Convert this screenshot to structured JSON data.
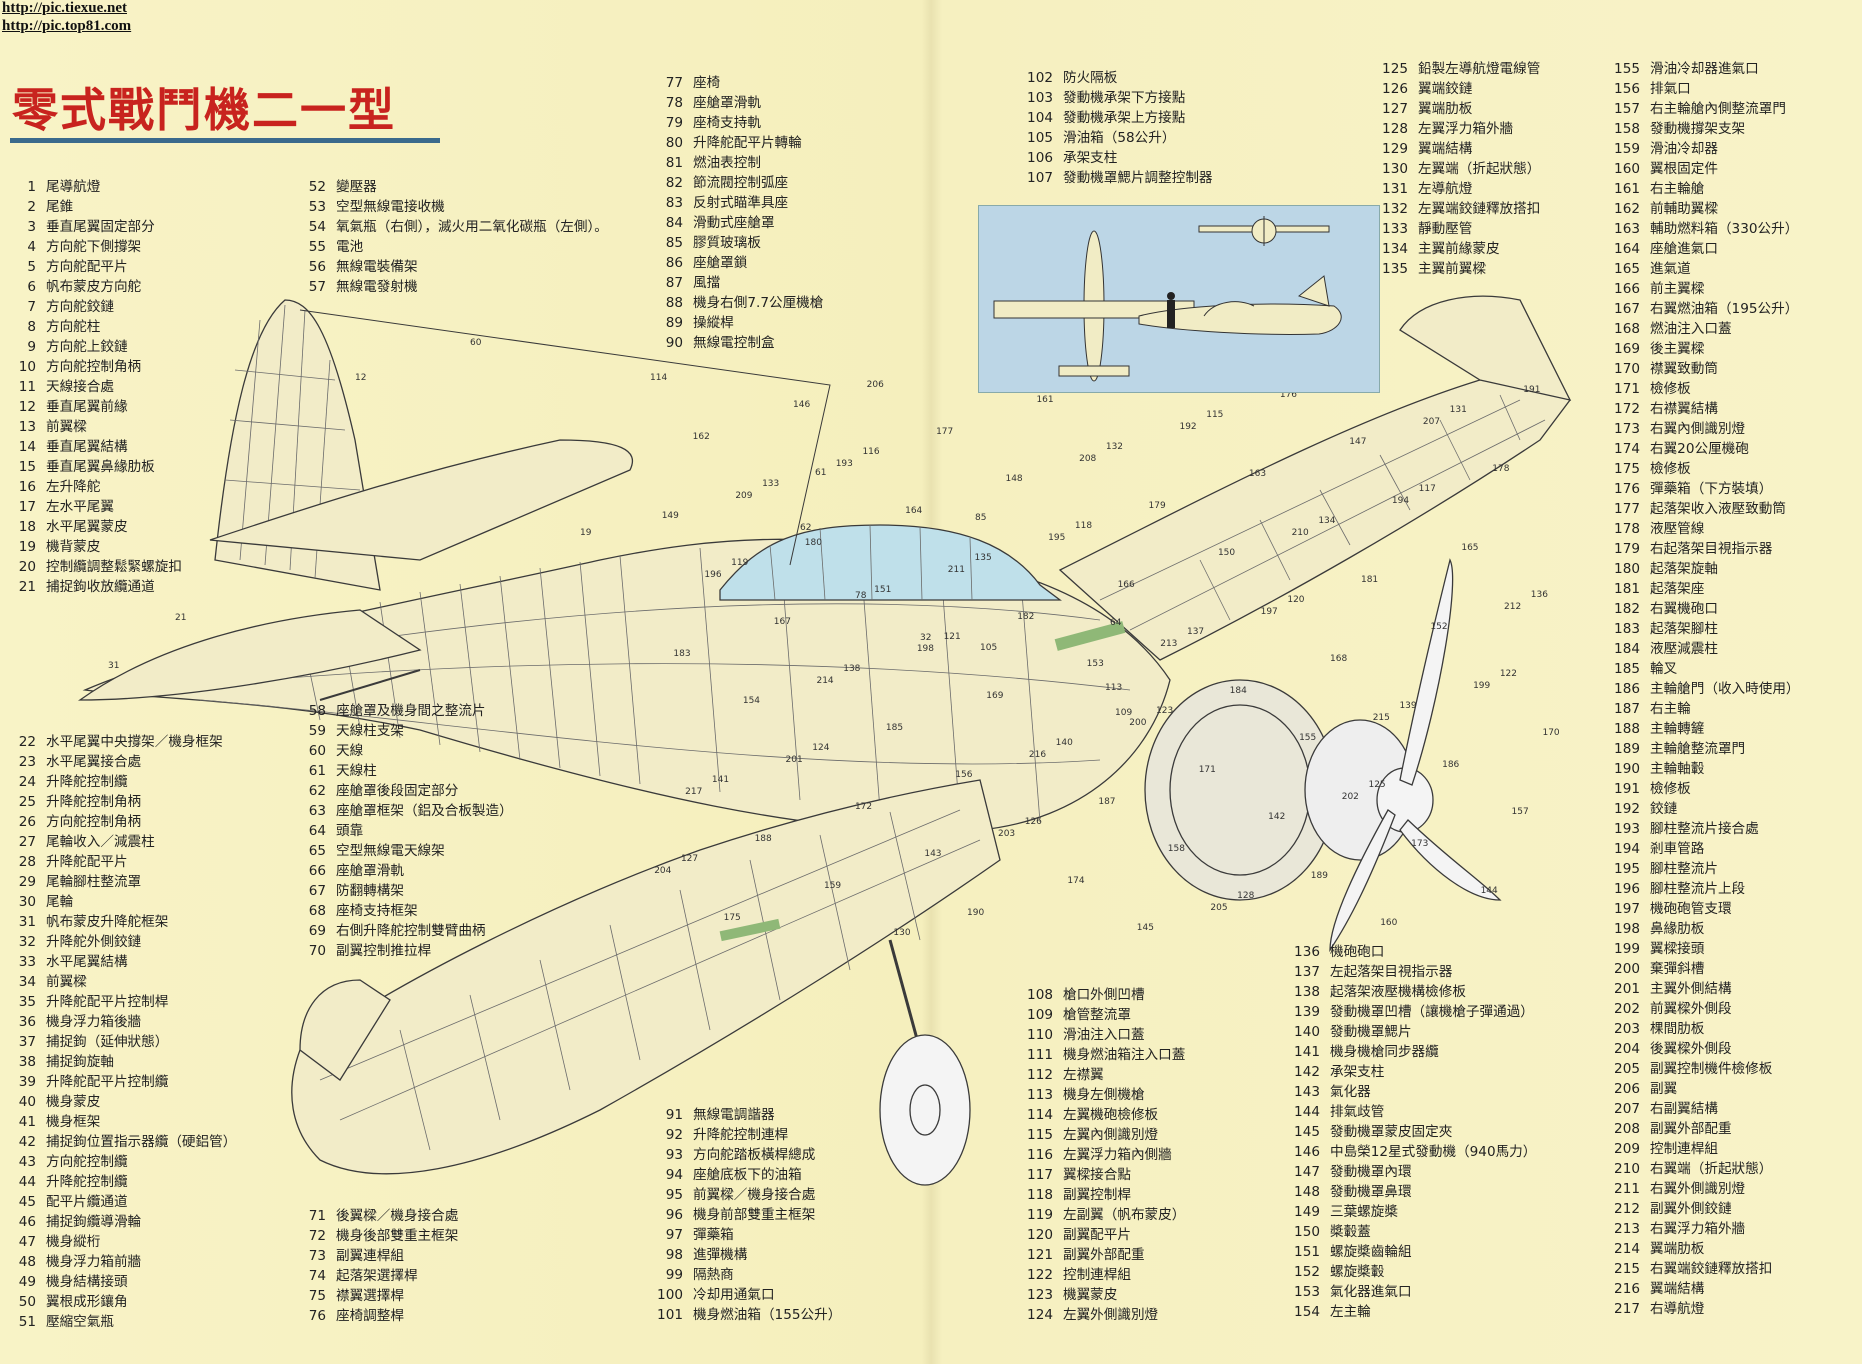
{
  "watermark": {
    "line1": "http://pic.tiexue.net",
    "line2": "http://pic.top81.com"
  },
  "title": "零式戰鬥機二一型",
  "legend_columns": [
    {
      "items": [
        [
          "1",
          "尾導航燈"
        ],
        [
          "2",
          "尾錐"
        ],
        [
          "3",
          "垂直尾翼固定部分"
        ],
        [
          "4",
          "方向舵下側撐架"
        ],
        [
          "5",
          "方向舵配平片"
        ],
        [
          "6",
          "帆布蒙皮方向舵"
        ],
        [
          "7",
          "方向舵鉸鏈"
        ],
        [
          "8",
          "方向舵柱"
        ],
        [
          "9",
          "方向舵上鉸鏈"
        ],
        [
          "10",
          "方向舵控制角柄"
        ],
        [
          "11",
          "天線接合處"
        ],
        [
          "12",
          "垂直尾翼前緣"
        ],
        [
          "13",
          "前翼樑"
        ],
        [
          "14",
          "垂直尾翼結構"
        ],
        [
          "15",
          "垂直尾翼鼻緣肋板"
        ],
        [
          "16",
          "左升降舵"
        ],
        [
          "17",
          "左水平尾翼"
        ],
        [
          "18",
          "水平尾翼蒙皮"
        ],
        [
          "19",
          "機背蒙皮"
        ],
        [
          "20",
          "控制纜調整鬆緊螺旋扣"
        ],
        [
          "21",
          "捕捉鉤收放纜通道"
        ]
      ]
    },
    {
      "items": [
        [
          "22",
          "水平尾翼中央撐架／機身框架"
        ],
        [
          "23",
          "水平尾翼接合處"
        ],
        [
          "24",
          "升降舵控制纜"
        ],
        [
          "25",
          "升降舵控制角柄"
        ],
        [
          "26",
          "方向舵控制角柄"
        ],
        [
          "27",
          "尾輪收入／減震柱"
        ],
        [
          "28",
          "升降舵配平片"
        ],
        [
          "29",
          "尾輪腳柱整流罩"
        ],
        [
          "30",
          "尾輪"
        ],
        [
          "31",
          "帆布蒙皮升降舵框架"
        ],
        [
          "32",
          "升降舵外側鉸鏈"
        ],
        [
          "33",
          "水平尾翼結構"
        ],
        [
          "34",
          "前翼樑"
        ],
        [
          "35",
          "升降舵配平片控制桿"
        ],
        [
          "36",
          "機身浮力箱後牆"
        ],
        [
          "37",
          "捕捉鉤（延伸狀態）"
        ],
        [
          "38",
          "捕捉鉤旋軸"
        ],
        [
          "39",
          "升降舵配平片控制纜"
        ],
        [
          "40",
          "機身蒙皮"
        ],
        [
          "41",
          "機身框架"
        ],
        [
          "42",
          "捕捉鉤位置指示器纜（硬鋁管）"
        ],
        [
          "43",
          "方向舵控制纜"
        ],
        [
          "44",
          "升降舵控制纜"
        ],
        [
          "45",
          "配平片纜通道"
        ],
        [
          "46",
          "捕捉鉤纜導滑輪"
        ],
        [
          "47",
          "機身縱桁"
        ],
        [
          "48",
          "機身浮力箱前牆"
        ],
        [
          "49",
          "機身結構接頭"
        ],
        [
          "50",
          "翼根成形鑲角"
        ],
        [
          "51",
          "壓縮空氣瓶"
        ]
      ]
    },
    {
      "items": [
        [
          "52",
          "變壓器"
        ],
        [
          "53",
          "空型無線電接收機"
        ],
        [
          "54",
          "氧氣瓶（右側），滅火用二氧化碳瓶（左側）。"
        ],
        [
          "55",
          "電池"
        ],
        [
          "56",
          "無線電裝備架"
        ],
        [
          "57",
          "無線電發射機"
        ]
      ]
    },
    {
      "items": [
        [
          "58",
          "座艙罩及機身間之整流片"
        ],
        [
          "59",
          "天線柱支架"
        ],
        [
          "60",
          "天線"
        ],
        [
          "61",
          "天線柱"
        ],
        [
          "62",
          "座艙罩後段固定部分"
        ],
        [
          "63",
          "座艙罩框架（鋁及合板製造）"
        ],
        [
          "64",
          "頭靠"
        ],
        [
          "65",
          "空型無線電天線架"
        ],
        [
          "66",
          "座艙罩滑軌"
        ],
        [
          "67",
          "防翻轉構架"
        ],
        [
          "68",
          "座椅支持框架"
        ],
        [
          "69",
          "右側升降舵控制雙臂曲柄"
        ],
        [
          "70",
          "副翼控制推拉桿"
        ]
      ]
    },
    {
      "items": [
        [
          "71",
          "後翼樑／機身接合處"
        ],
        [
          "72",
          "機身後部雙重主框架"
        ],
        [
          "73",
          "副翼連桿組"
        ],
        [
          "74",
          "起落架選擇桿"
        ],
        [
          "75",
          "襟翼選擇桿"
        ],
        [
          "76",
          "座椅調整桿"
        ]
      ]
    },
    {
      "items": [
        [
          "77",
          "座椅"
        ],
        [
          "78",
          "座艙罩滑軌"
        ],
        [
          "79",
          "座椅支持軌"
        ],
        [
          "80",
          "升降舵配平片轉輪"
        ],
        [
          "81",
          "燃油表控制"
        ],
        [
          "82",
          "節流閥控制弧座"
        ],
        [
          "83",
          "反射式瞄準具座"
        ],
        [
          "84",
          "滑動式座艙罩"
        ],
        [
          "85",
          "膠質玻璃板"
        ],
        [
          "86",
          "座艙罩鎖"
        ],
        [
          "87",
          "風擋"
        ],
        [
          "88",
          "機身右側7.7公厘機槍"
        ],
        [
          "89",
          "操縱桿"
        ],
        [
          "90",
          "無線電控制盒"
        ]
      ]
    },
    {
      "items": [
        [
          "91",
          "無線電調諧器"
        ],
        [
          "92",
          "升降舵控制連桿"
        ],
        [
          "93",
          "方向舵踏板橫桿總成"
        ],
        [
          "94",
          "座艙底板下的油箱"
        ],
        [
          "95",
          "前翼樑／機身接合處"
        ],
        [
          "96",
          "機身前部雙重主框架"
        ],
        [
          "97",
          "彈藥箱"
        ],
        [
          "98",
          "進彈機構"
        ],
        [
          "99",
          "隔熱商"
        ],
        [
          "100",
          "冷却用通氣口"
        ],
        [
          "101",
          "機身燃油箱（155公升）"
        ]
      ]
    },
    {
      "items": [
        [
          "102",
          "防火隔板"
        ],
        [
          "103",
          "發動機承架下方接點"
        ],
        [
          "104",
          "發動機承架上方接點"
        ],
        [
          "105",
          "滑油箱（58公升）"
        ],
        [
          "106",
          "承架支柱"
        ],
        [
          "107",
          "發動機罩鰓片調整控制器"
        ]
      ]
    },
    {
      "items": [
        [
          "108",
          "槍口外側凹槽"
        ],
        [
          "109",
          "槍管整流罩"
        ],
        [
          "110",
          "滑油注入口蓋"
        ],
        [
          "111",
          "機身燃油箱注入口蓋"
        ],
        [
          "112",
          "左襟翼"
        ],
        [
          "113",
          "機身左側機槍"
        ],
        [
          "114",
          "左翼機砲檢修板"
        ],
        [
          "115",
          "左翼內側識別燈"
        ],
        [
          "116",
          "左翼浮力箱內側牆"
        ],
        [
          "117",
          "翼樑接合點"
        ],
        [
          "118",
          "副翼控制桿"
        ],
        [
          "119",
          "左副翼（帆布蒙皮）"
        ],
        [
          "120",
          "副翼配平片"
        ],
        [
          "121",
          "副翼外部配重"
        ],
        [
          "122",
          "控制連桿組"
        ],
        [
          "123",
          "機翼蒙皮"
        ],
        [
          "124",
          "左翼外側識別燈"
        ]
      ]
    },
    {
      "items": [
        [
          "125",
          "鉛製左導航燈電線管"
        ],
        [
          "126",
          "翼端鉸鏈"
        ],
        [
          "127",
          "翼端肋板"
        ],
        [
          "128",
          "左翼浮力箱外牆"
        ],
        [
          "129",
          "翼端結構"
        ],
        [
          "130",
          "左翼端（折起狀態）"
        ],
        [
          "131",
          "左導航燈"
        ],
        [
          "132",
          "左翼端鉸鏈釋放搭扣"
        ],
        [
          "133",
          "靜動壓管"
        ],
        [
          "134",
          "主翼前緣蒙皮"
        ],
        [
          "135",
          "主翼前翼樑"
        ]
      ]
    },
    {
      "items": [
        [
          "136",
          "機砲砲口"
        ],
        [
          "137",
          "左起落架目視指示器"
        ],
        [
          "138",
          "起落架液壓機構檢修板"
        ],
        [
          "139",
          "發動機罩凹槽（讓機槍子彈通過）"
        ],
        [
          "140",
          "發動機罩鰓片"
        ],
        [
          "141",
          "機身機槍同步器纜"
        ],
        [
          "142",
          "承架支柱"
        ],
        [
          "143",
          "氣化器"
        ],
        [
          "144",
          "排氣歧管"
        ],
        [
          "145",
          "發動機罩蒙皮固定夾"
        ],
        [
          "146",
          "中島榮12星式發動機（940馬力）"
        ],
        [
          "147",
          "發動機罩內環"
        ],
        [
          "148",
          "發動機罩鼻環"
        ],
        [
          "149",
          "三葉螺旋槳"
        ],
        [
          "150",
          "槳轂蓋"
        ],
        [
          "151",
          "螺旋槳齒輪組"
        ],
        [
          "152",
          "螺旋槳轂"
        ],
        [
          "153",
          "氣化器進氣口"
        ],
        [
          "154",
          "左主輪"
        ]
      ]
    },
    {
      "items": [
        [
          "155",
          "滑油冷却器進氣口"
        ],
        [
          "156",
          "排氣口"
        ],
        [
          "157",
          "右主輪艙內側整流罩門"
        ],
        [
          "158",
          "發動機撐架支架"
        ],
        [
          "159",
          "滑油冷却器"
        ],
        [
          "160",
          "翼根固定件"
        ],
        [
          "161",
          "右主輪艙"
        ],
        [
          "162",
          "前輔助翼樑"
        ],
        [
          "163",
          "輔助燃料箱（330公升）"
        ],
        [
          "164",
          "座艙進氣口"
        ],
        [
          "165",
          "進氣道"
        ],
        [
          "166",
          "前主翼樑"
        ],
        [
          "167",
          "右翼燃油箱（195公升）"
        ],
        [
          "168",
          "燃油注入口蓋"
        ],
        [
          "169",
          "後主翼樑"
        ],
        [
          "170",
          "襟翼致動筒"
        ],
        [
          "171",
          "檢修板"
        ],
        [
          "172",
          "右襟翼結構"
        ],
        [
          "173",
          "右翼內側識別燈"
        ],
        [
          "174",
          "右翼20公厘機砲"
        ],
        [
          "175",
          "檢修板"
        ],
        [
          "176",
          "彈藥箱（下方裝填）"
        ],
        [
          "177",
          "起落架收入液壓致動筒"
        ],
        [
          "178",
          "液壓管線"
        ],
        [
          "179",
          "右起落架目視指示器"
        ],
        [
          "180",
          "起落架旋軸"
        ],
        [
          "181",
          "起落架座"
        ],
        [
          "182",
          "右翼機砲口"
        ],
        [
          "183",
          "起落架腳柱"
        ],
        [
          "184",
          "液壓減震柱"
        ],
        [
          "185",
          "輪叉"
        ],
        [
          "186",
          "主輪艙門（收入時使用）"
        ],
        [
          "187",
          "右主輪"
        ],
        [
          "188",
          "主輪轉鏟"
        ],
        [
          "189",
          "主輪艙整流罩門"
        ],
        [
          "190",
          "主輪軸轂"
        ],
        [
          "191",
          "檢修板"
        ],
        [
          "192",
          "鉸鏈"
        ],
        [
          "193",
          "腳柱整流片接合處"
        ],
        [
          "194",
          "剎車管路"
        ],
        [
          "195",
          "腳柱整流片"
        ],
        [
          "196",
          "腳柱整流片上段"
        ],
        [
          "197",
          "機砲砲管支環"
        ],
        [
          "198",
          "鼻緣肋板"
        ],
        [
          "199",
          "翼樑接頭"
        ],
        [
          "200",
          "棄彈斜槽"
        ],
        [
          "201",
          "主翼外側結構"
        ],
        [
          "202",
          "前翼樑外側段"
        ],
        [
          "203",
          "棵間肋板"
        ],
        [
          "204",
          "後翼樑外側段"
        ],
        [
          "205",
          "副翼控制機件檢修板"
        ],
        [
          "206",
          "副翼"
        ],
        [
          "207",
          "右副翼結構"
        ],
        [
          "208",
          "副翼外部配重"
        ],
        [
          "209",
          "控制連桿組"
        ],
        [
          "210",
          "右翼端（折起狀態）"
        ],
        [
          "211",
          "右翼外側識別燈"
        ],
        [
          "212",
          "副翼外側鉸鏈"
        ],
        [
          "213",
          "右翼浮力箱外牆"
        ],
        [
          "214",
          "翼端肋板"
        ],
        [
          "215",
          "右翼端鉸鏈釋放搭扣"
        ],
        [
          "216",
          "翼端結構"
        ],
        [
          "217",
          "右導航燈"
        ]
      ]
    }
  ],
  "callouts": [
    "60",
    "12",
    "61",
    "85",
    "62",
    "19",
    "21",
    "31",
    "32",
    "78",
    "64",
    "105",
    "109",
    "113",
    "114",
    "115",
    "116",
    "117",
    "118",
    "119",
    "120",
    "121",
    "122",
    "123",
    "124",
    "125",
    "126",
    "127",
    "128",
    "130",
    "131",
    "132",
    "133",
    "134",
    "135",
    "136",
    "137",
    "138",
    "139",
    "140",
    "141",
    "142",
    "143",
    "144",
    "145",
    "146",
    "147",
    "148",
    "149",
    "150",
    "151",
    "152",
    "153",
    "154",
    "155",
    "156",
    "157",
    "158",
    "159",
    "160",
    "161",
    "162",
    "163",
    "164",
    "165",
    "166",
    "167",
    "168",
    "169",
    "170",
    "171",
    "172",
    "173",
    "174",
    "175",
    "176",
    "177",
    "178",
    "179",
    "180",
    "181",
    "182",
    "183",
    "184",
    "185",
    "186",
    "187",
    "188",
    "189",
    "190",
    "191",
    "192",
    "193",
    "194",
    "195",
    "196",
    "197",
    "198",
    "199",
    "200",
    "201",
    "202",
    "203",
    "204",
    "205",
    "206",
    "207",
    "208",
    "209",
    "210",
    "211",
    "212",
    "213",
    "214",
    "215",
    "216",
    "217"
  ]
}
